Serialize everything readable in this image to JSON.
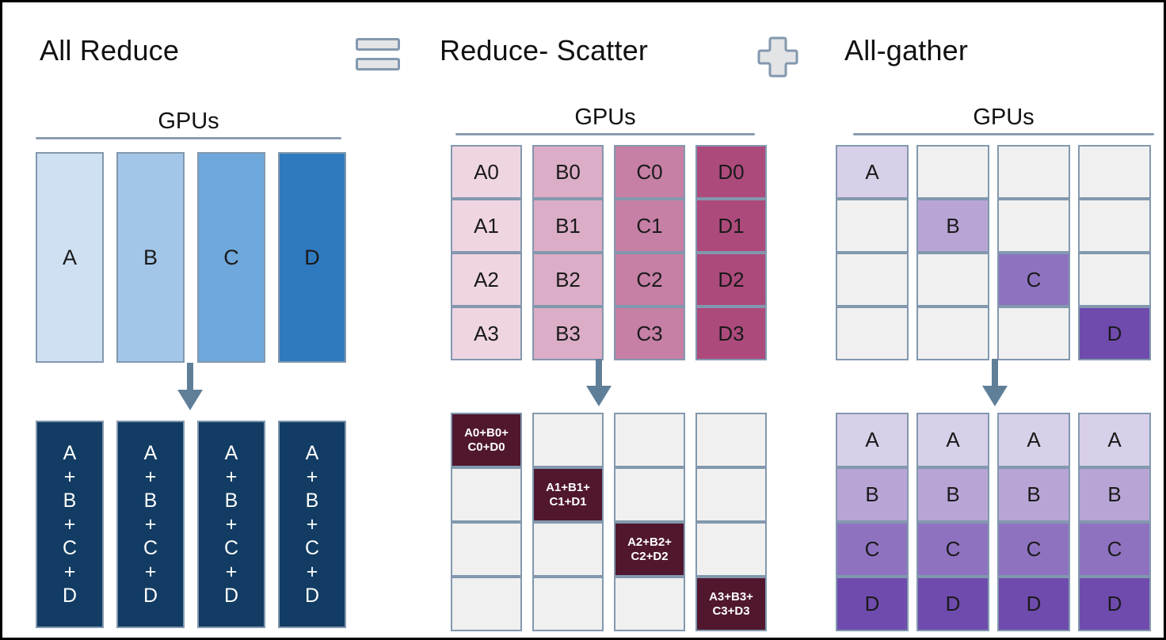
{
  "palette": {
    "border": "#8298ae",
    "empty_cell": "#f0f0f0",
    "arrow": "#5f7f99",
    "navy": "#123c63",
    "maroon": "#50172f",
    "blues": [
      "#cfe0f2",
      "#a3c6e8",
      "#6fa8dc",
      "#2f79bf"
    ],
    "pinks": [
      "#efd5e2",
      "#dbadc6",
      "#c67fa5",
      "#ad4a7c"
    ],
    "purples": [
      "#d8cfe8",
      "#b8a5d6",
      "#8e72c0",
      "#6f4bae"
    ]
  },
  "icons": {
    "equals": "equals-icon",
    "plus": "plus-icon",
    "arrow_down": "arrow-down-icon"
  },
  "sections": {
    "all_reduce": {
      "title": "All Reduce",
      "gpus_label": "GPUs",
      "input_bars": [
        {
          "label": "A",
          "color": "#cfe0f2"
        },
        {
          "label": "B",
          "color": "#a3c6e8"
        },
        {
          "label": "C",
          "color": "#6fa8dc"
        },
        {
          "label": "D",
          "color": "#2f79bf"
        }
      ],
      "output_lines": [
        "A",
        "+",
        "B",
        "+",
        "C",
        "+",
        "D"
      ],
      "output_color": "#123c63",
      "output_count": 4
    },
    "reduce_scatter": {
      "title": "Reduce- Scatter",
      "gpus_label": "GPUs",
      "input_columns": [
        {
          "color": "#efd5e2",
          "cells": [
            "A0",
            "A1",
            "A2",
            "A3"
          ]
        },
        {
          "color": "#dbadc6",
          "cells": [
            "B0",
            "B1",
            "B2",
            "B3"
          ]
        },
        {
          "color": "#c67fa5",
          "cells": [
            "C0",
            "C1",
            "C2",
            "C3"
          ]
        },
        {
          "color": "#ad4a7c",
          "cells": [
            "D0",
            "D1",
            "D2",
            "D3"
          ]
        }
      ],
      "output_columns": [
        {
          "filled_index": 0,
          "text": [
            "A0+B0+",
            "C0+D0"
          ]
        },
        {
          "filled_index": 1,
          "text": [
            "A1+B1+",
            "C1+D1"
          ]
        },
        {
          "filled_index": 2,
          "text": [
            "A2+B2+",
            "C2+D2"
          ]
        },
        {
          "filled_index": 3,
          "text": [
            "A3+B3+",
            "C3+D3"
          ]
        }
      ],
      "output_fill": "#50172f"
    },
    "all_gather": {
      "title": "All-gather",
      "gpus_label": "GPUs",
      "input_columns": [
        {
          "filled_index": 0,
          "label": "A",
          "color": "#d8cfe8"
        },
        {
          "filled_index": 1,
          "label": "B",
          "color": "#b8a5d6"
        },
        {
          "filled_index": 2,
          "label": "C",
          "color": "#8e72c0"
        },
        {
          "filled_index": 3,
          "label": "D",
          "color": "#6f4bae"
        }
      ],
      "output_cells": [
        {
          "label": "A",
          "color": "#d8cfe8"
        },
        {
          "label": "B",
          "color": "#b8a5d6"
        },
        {
          "label": "C",
          "color": "#8e72c0"
        },
        {
          "label": "D",
          "color": "#6f4bae"
        }
      ],
      "output_count": 4
    }
  }
}
